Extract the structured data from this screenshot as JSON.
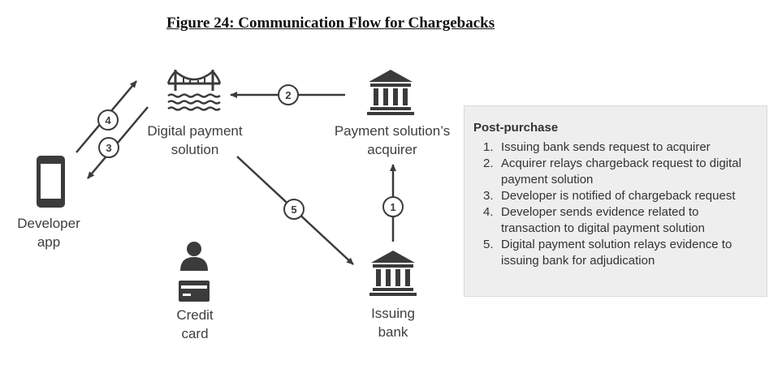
{
  "title": "Figure 24: Communication Flow for Chargebacks",
  "nodes": {
    "digital_payment": "Digital payment\nsolution",
    "acquirer": "Payment solution’s\nacquirer",
    "developer": "Developer\napp",
    "credit_card": "Credit\ncard",
    "issuing_bank": "Issuing\nbank"
  },
  "steps_badges": [
    "1",
    "2",
    "3",
    "4",
    "5"
  ],
  "panel": {
    "title": "Post-purchase",
    "items": [
      {
        "num": "1.",
        "text": "Issuing bank sends request to acquirer"
      },
      {
        "num": "2.",
        "text": "Acquirer relays chargeback request to digital payment solution"
      },
      {
        "num": "3.",
        "text": "Developer is notified of chargeback request"
      },
      {
        "num": "4.",
        "text": "Developer sends evidence related to transaction to digital payment solution"
      },
      {
        "num": "5.",
        "text": "Digital payment solution relays evidence to issuing bank for adjudication"
      }
    ]
  },
  "colors": {
    "icon": "#3b3b3b",
    "arrow": "#3b3b3b",
    "panel_bg": "#eeeeee"
  }
}
